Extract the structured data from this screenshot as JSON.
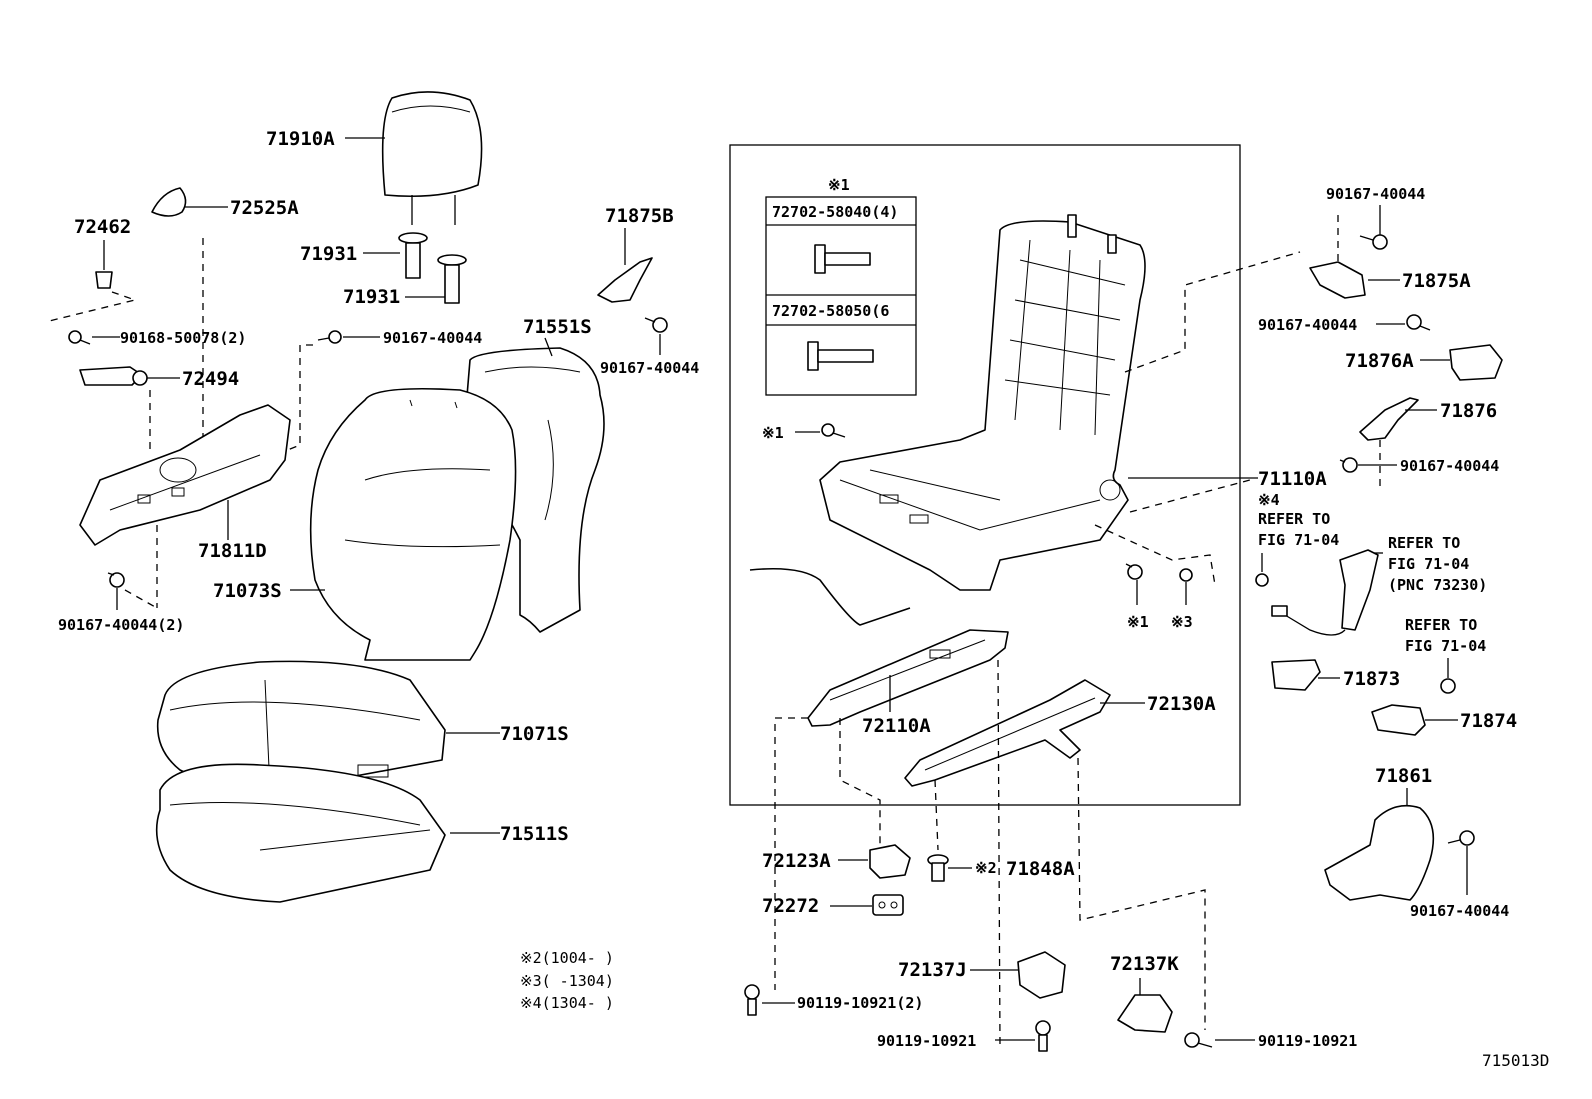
{
  "diagram_id": "715013D",
  "kit": {
    "mark": "※1",
    "rows": [
      {
        "label": "72702-58040(4)"
      },
      {
        "label": "72702-58050(6"
      }
    ]
  },
  "labels": {
    "headrest": "71910A",
    "grip_72525a": "72525A",
    "clip_72462": "72462",
    "guide_1": "71931",
    "guide_2": "71931",
    "cover_71875b": "71875B",
    "screw_90168": "90168-50078(2)",
    "screw_a": "90167-40044",
    "back_pad": "71551S",
    "screw_b": "90167-40044",
    "knob_72494": "72494",
    "shield_71811d": "71811D",
    "back_cover": "71073S",
    "screw_c": "90167-40044(2)",
    "cushion_cover": "71071S",
    "cushion_pad": "71511S",
    "frame_71110a": "71110A",
    "mark1_bolt": "※1",
    "mark1_bottom": "※1",
    "mark3_bottom": "※3",
    "adjuster_72110a": "72110A",
    "adjuster_72130a": "72130A",
    "screw_d_top": "90167-40044",
    "cover_71875a": "71875A",
    "screw_e": "90167-40044",
    "cover_71876a": "71876A",
    "cover_71876": "71876",
    "screw_f": "90167-40044",
    "mark4": "※4",
    "refer1_a": "REFER TO",
    "refer1_b": "FIG 71-04",
    "refer2_a": "REFER TO",
    "refer2_b": "FIG 71-04",
    "refer2_c": "(PNC 73230)",
    "refer3_a": "REFER TO",
    "refer3_b": "FIG 71-04",
    "cover_71873": "71873",
    "cover_71874": "71874",
    "cover_71861": "71861",
    "screw_g": "90167-40044",
    "part_72123a": "72123A",
    "part_71848a": "71848A",
    "mark2": "※2",
    "part_72272": "72272",
    "part_72137j": "72137J",
    "part_72137k": "72137K",
    "bolt_1": "90119-10921(2)",
    "bolt_2": "90119-10921",
    "bolt_3": "90119-10921",
    "notes": [
      "※2(1004-    )",
      "※3(    -1304)",
      "※4(1304-    )"
    ]
  }
}
